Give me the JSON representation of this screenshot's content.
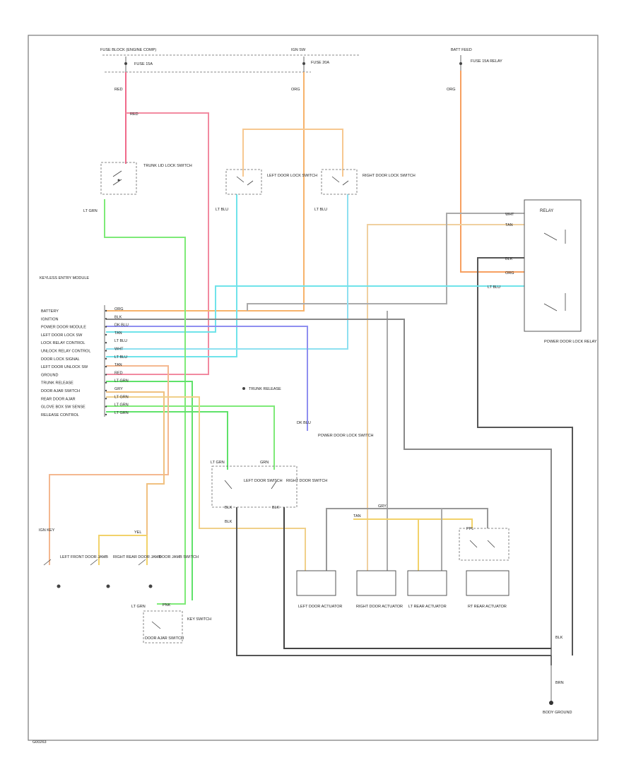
{
  "figure_code": "G00263",
  "colors": {
    "red": "#f06a8a",
    "pink": "#f28aa0",
    "orange": "#f7b36b",
    "tan": "#e8c890",
    "green": "#5fe26a",
    "lt_green": "#7eea78",
    "cyan": "#6fe3ea",
    "lt_blue": "#8ee0f0",
    "blue": "#8f8ff0",
    "yellow": "#f2d26a",
    "gray": "#999999",
    "dk_gray": "#555555",
    "black": "#333333"
  },
  "top": {
    "fuse_block_label": "FUSE BLOCK (ENGINE COMP)",
    "fuse_left_label": "FUSE 15A",
    "fuse_mid_label": "FUSE 20A",
    "fuse_mid_top": "IGN SW",
    "fuse_right_top": "BATT FEED",
    "fuse_right_label": "FUSE 15A RELAY"
  },
  "wire_labels": {
    "red_top": "RED",
    "red_mid": "RED",
    "org_top": "ORG",
    "org_right": "ORG",
    "lt_grn": "LT GRN",
    "lt_blu_l": "LT BLU",
    "lt_blu_r": "LT BLU",
    "wht": "WHT",
    "dk_blu": "DK BLU",
    "lt_blu_mid": "LT BLU",
    "wht_r": "WHT",
    "tan": "TAN",
    "tan2": "TAN",
    "blk": "BLK",
    "blk2": "BLK",
    "blk3": "BLK",
    "blk4": "BLK",
    "blk5": "BLK",
    "gry": "GRY",
    "ppl": "PPL",
    "yel": "YEL",
    "grn": "GRN",
    "lt_grn2": "LT GRN",
    "pnk": "PNK",
    "brn": "BRN"
  },
  "blocks": {
    "trunk_switch": "TRUNK LID LOCK SWITCH",
    "lf_door": "LEFT DOOR LOCK SWITCH",
    "rf_door": "RIGHT DOOR LOCK SWITCH",
    "module_title": "KEYLESS ENTRY MODULE",
    "relay_title": "RELAY",
    "relay_caption": "POWER DOOR LOCK RELAY",
    "power_lock": "POWER DOOR LOCK SWITCH",
    "left_sw": "LEFT DOOR SWITCH",
    "right_sw": "RIGHT DOOR SWITCH",
    "door_jamb": "DOOR JAMB SWITCH",
    "key_switch": "KEY SWITCH",
    "lf_jamb": "LEFT FRONT DOOR JAMB",
    "rr_jamb": "RIGHT REAR DOOR JAMB",
    "ground": "GROUND",
    "ground_caption": "BODY GROUND",
    "trunk_release": "TRUNK RELEASE",
    "door_ajar": "DOOR AJAR SWITCH",
    "ign_key": "IGN KEY",
    "lf_actuator": "LEFT DOOR ACTUATOR",
    "rf_actuator": "RIGHT DOOR ACTUATOR",
    "lr_actuator": "LT REAR ACTUATOR",
    "rr_actuator": "RT REAR ACTUATOR"
  },
  "module_pins": [
    {
      "label": "BATTERY",
      "wire": "ORG"
    },
    {
      "label": "IGNITION",
      "wire": "BLK"
    },
    {
      "label": "POWER DOOR MODULE",
      "wire": "DK BLU"
    },
    {
      "label": "LEFT DOOR LOCK SW",
      "wire": "TAN"
    },
    {
      "label": "LOCK RELAY CONTROL",
      "wire": "LT BLU"
    },
    {
      "label": "UNLOCK RELAY CONTROL",
      "wire": "WHT"
    },
    {
      "label": "DOOR LOCK SIGNAL",
      "wire": "LT BLU"
    },
    {
      "label": "LEFT DOOR UNLOCK SW",
      "wire": "TAN"
    },
    {
      "label": "GROUND",
      "wire": "RED"
    },
    {
      "label": "TRUNK RELEASE",
      "wire": "LT GRN"
    },
    {
      "label": "DOOR AJAR SWITCH",
      "wire": "GRY"
    },
    {
      "label": "REAR DOOR AJAR",
      "wire": "LT GRN"
    },
    {
      "label": "GLOVE BOX SW SENSE",
      "wire": "LT GRN"
    },
    {
      "label": "RELEASE CONTROL",
      "wire": "LT GRN"
    }
  ]
}
